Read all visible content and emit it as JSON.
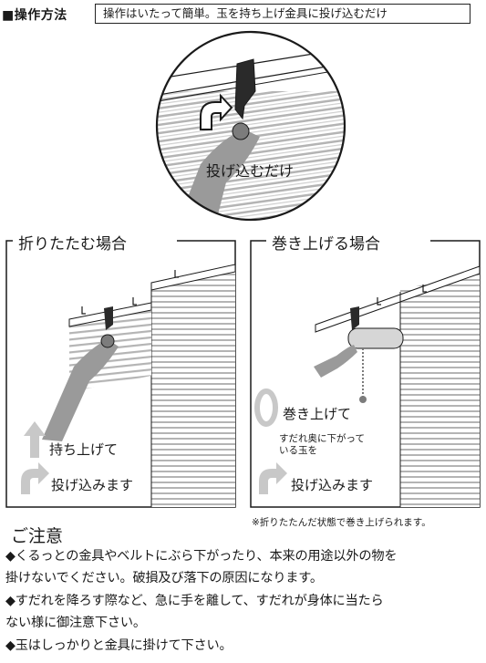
{
  "header": {
    "title": "■操作方法",
    "description": "操作はいたって簡単。玉を持ち上げ金具に投げ込むだけ"
  },
  "circle": {
    "caption": "投げ込むだけ"
  },
  "panel_fold": {
    "title": "折りたたむ場合",
    "step1": "持ち上げて",
    "step2": "投げ込みます"
  },
  "panel_roll": {
    "title": "巻き上げる場合",
    "step1": "巻き上げて",
    "note_line1": "すだれ奥に下がって",
    "note_line2": "いる玉を",
    "step2": "投げ込みます"
  },
  "footnote": "※折りたたんだ状態で巻き上げられます。",
  "caution": {
    "title": "ご注意",
    "lines": [
      "◆くるっとの金具やベルトにぶら下がったり、本来の用途以外の物を",
      "掛けないでください。破損及び落下の原因になります。",
      "◆すだれを降ろす際など、急に手を離して、すだれが身体に当たら",
      "ない様に御注意下さい。",
      "◆玉はしっかりと金具に掛けて下さい。"
    ]
  },
  "colors": {
    "line": "#1a1a1a",
    "arrow_gray": "#c8c8c8",
    "hand_gray": "#9a9a9a",
    "slat_gray": "#b4b4b4"
  }
}
